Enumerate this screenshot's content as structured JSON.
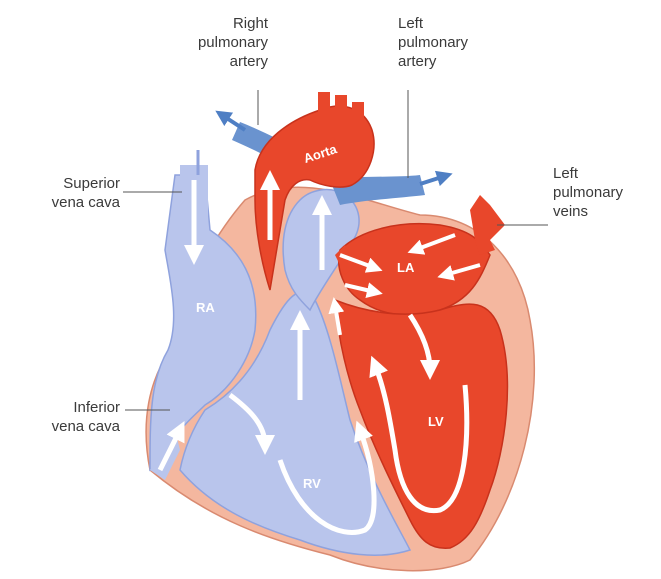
{
  "colors": {
    "oxygenated": "#e8472b",
    "oxygenated_dark": "#c8321c",
    "deoxygenated": "#b9c5ec",
    "deoxygenated_dark": "#8fa2dd",
    "vessel_blue": "#6a93cf",
    "muscle": "#f4b79f",
    "arrow": "#ffffff"
  },
  "labels": {
    "right_pulmonary_artery": [
      "Right",
      "pulmonary",
      "artery"
    ],
    "left_pulmonary_artery": [
      "Left",
      "pulmonary",
      "artery"
    ],
    "left_pulmonary_veins": [
      "Left",
      "pulmonary",
      "veins"
    ],
    "superior_vena_cava": [
      "Superior",
      "vena cava"
    ],
    "inferior_vena_cava": [
      "Inferior",
      "vena cava"
    ]
  },
  "chambers": {
    "aorta": "Aorta",
    "ra": "RA",
    "rv": "RV",
    "la": "LA",
    "lv": "LV"
  }
}
